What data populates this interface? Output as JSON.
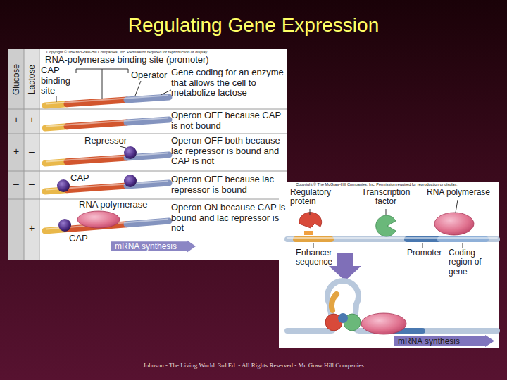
{
  "diagram": {
    "title": "Regulating Gene Expression",
    "caption": "Johnson - The Living World: 3rd Ed. - All Rights Reserved - Mc Graw Hill Companies",
    "nodes": [
      {
        "text": [
          "mRNA synthesis"
        ]
      },
      {
        "text": [
          "mRNA synthesis"
        ]
      }
    ],
    "labels": [
      "Copyright © The McGraw-Hill Companies, Inc. Permission required for reproduction or display.",
      "Glucose",
      "Lactose",
      "RNA-polymerase binding site (promoter)",
      "CAP binding site",
      "Operator",
      "Gene coding for an enzyme that allows the cell to metabolize lactose",
      "+",
      "+",
      "Operon OFF because CAP is not bound",
      "+",
      "–",
      "Repressor",
      "Operon OFF both because lac repressor is bound and CAP is not",
      "–",
      "–",
      "CAP",
      "Operon OFF because lac repressor is bound",
      "–",
      "+",
      "RNA polymerase",
      "CAP",
      "Operon ON because CAP is bound and lac repressor is not",
      "Copyright © The McGraw-Hill Companies, Inc. Permission required for reproduction or display.",
      "Regulatory protein",
      "Transcription factor",
      "RNA polymerase",
      "Enhancer sequence",
      "Promoter",
      "Coding region of gene"
    ]
  }
}
